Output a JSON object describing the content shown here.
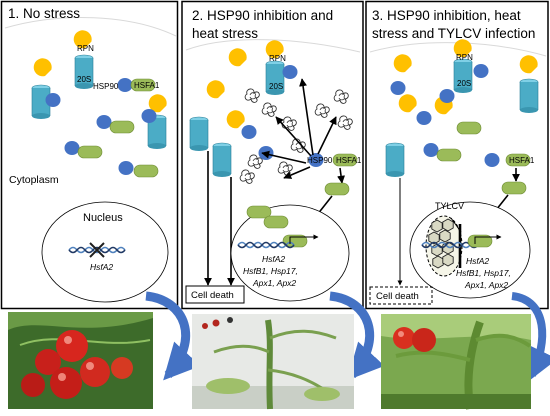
{
  "panels": [
    {
      "title_line1": "1. No stress",
      "title_line2": "",
      "labels": {
        "rpn": "RPN",
        "s20": "20S",
        "hsp90": "HSP90",
        "hsfa1": "HSFA1",
        "cytoplasm": "Cytoplasm",
        "nucleus": "Nucleus"
      },
      "genes": [
        "HsfA2"
      ]
    },
    {
      "title_line1": "2. HSP90 inhibition and",
      "title_line2": "heat stress",
      "labels": {
        "rpn": "RPN",
        "s20": "20S",
        "hsp90": "HSP90",
        "hsfa1": "HSFA1",
        "cell_death": "Cell death"
      },
      "genes": [
        "HsfA2",
        "HsfB1, Hsp17,",
        "Apx1, Apx2"
      ]
    },
    {
      "title_line1": "3. HSP90 inhibition, heat",
      "title_line2": "stress and TYLCV infection",
      "labels": {
        "rpn": "RPN",
        "s20": "20S",
        "hsfa1": "HSFA1",
        "tylcv": "TYLCV",
        "cell_death": "Cell death"
      },
      "genes": [
        "HsfA2",
        "HsfB1, Hsp17,",
        "Apx1, Apx2"
      ]
    }
  ],
  "colors": {
    "proteasome": "#4bacc6",
    "rpn": "#ffc000",
    "hsp90": "#4472c4",
    "hsfa1": "#9bbb59",
    "dna": "#4f81bd"
  },
  "icons": [
    "proteasome-icon",
    "hsp90-icon",
    "hsfa1-icon",
    "client-protein-aggregate-icon",
    "dna-icon",
    "virus-particle-icon",
    "curved-arrow-icon",
    "tomato-photo"
  ]
}
